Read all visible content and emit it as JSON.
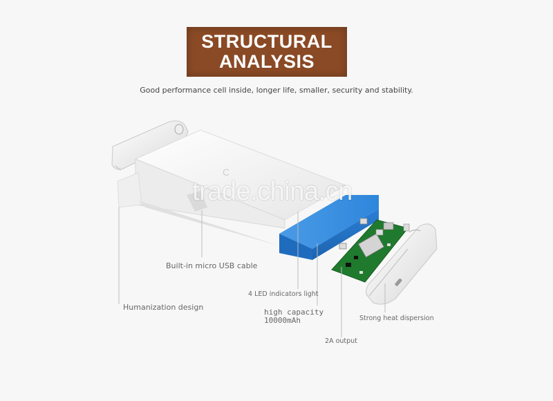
{
  "header": {
    "title_line1": "STRUCTURAL",
    "title_line2": "ANALYSIS",
    "subtitle": "Good performance cell inside, longer life, smaller, security and stability."
  },
  "labels": {
    "usb_cable": "Built-in micro USB cable",
    "humanization": "Humanization design",
    "led_indicators": "4 LED indicators light",
    "capacity_line1": "high capacity",
    "capacity_line2": "10000mAh",
    "output": "2A output",
    "heat": "Strong heat dispersion"
  },
  "watermark": "trade.china.cn",
  "colors": {
    "title_bg": "#8a4a25",
    "battery": "#2b7fd4",
    "pcb": "#1f7a2e",
    "casing": "#ffffff"
  }
}
